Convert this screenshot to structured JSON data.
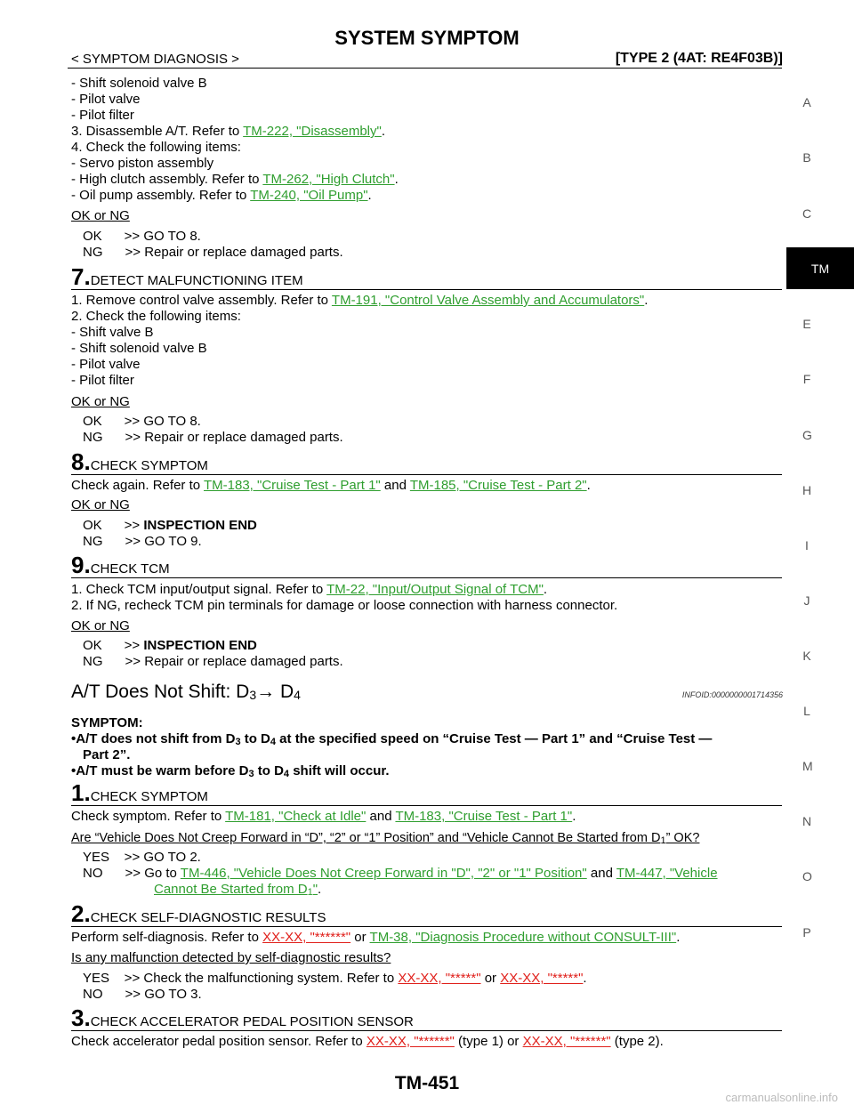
{
  "header": {
    "title": "SYSTEM SYMPTOM",
    "left": "< SYMPTOM DIAGNOSIS >",
    "right": "[TYPE 2 (4AT: RE4F03B)]"
  },
  "side_index": [
    "A",
    "B",
    "C",
    "TM",
    "E",
    "F",
    "G",
    "H",
    "I",
    "J",
    "K",
    "L",
    "M",
    "N",
    "O",
    "P"
  ],
  "active_tab": "TM",
  "top_block": {
    "l1": "- Shift solenoid valve B",
    "l2": "- Pilot valve",
    "l3": "- Pilot filter",
    "l4_pre": "3. Disassemble A/T. Refer to ",
    "l4_link": "TM-222, \"Disassembly\"",
    "l5": "4. Check the following items:",
    "l6": "- Servo piston assembly",
    "l7_pre": "- High clutch assembly. Refer to ",
    "l7_link": "TM-262, \"High Clutch\"",
    "l8_pre": "- Oil pump assembly. Refer to ",
    "l8_link": "TM-240, \"Oil Pump\"",
    "okng": "OK or NG",
    "ok": "OK      >> GO TO 8.",
    "ng": "NG      >> Repair or replace damaged parts."
  },
  "step7": {
    "num": "7.",
    "title": "DETECT MALFUNCTIONING ITEM",
    "l1_pre": "1. Remove control valve assembly. Refer to ",
    "l1_link": "TM-191, \"Control Valve Assembly and Accumulators\"",
    "l2": "2. Check the following items:",
    "l3": "- Shift valve B",
    "l4": "- Shift solenoid valve B",
    "l5": "- Pilot valve",
    "l6": "- Pilot filter",
    "okng": "OK or NG",
    "ok": "OK      >> GO TO 8.",
    "ng": "NG      >> Repair or replace damaged parts."
  },
  "step8": {
    "num": "8.",
    "title": "CHECK SYMPTOM",
    "l1_pre": "Check again. Refer to ",
    "l1_link1": "TM-183, \"Cruise Test - Part 1\"",
    "l1_mid": " and ",
    "l1_link2": "TM-185, \"Cruise Test - Part 2\"",
    "okng": "OK or NG",
    "ok_pre": "OK      >> ",
    "ok_bold": "INSPECTION END",
    "ng": "NG      >> GO TO 9."
  },
  "step9": {
    "num": "9.",
    "title": "CHECK TCM",
    "l1_pre": "1. Check TCM input/output signal. Refer to ",
    "l1_link": "TM-22, \"Input/Output Signal of TCM\"",
    "l2": "2. If NG, recheck TCM pin terminals for damage or loose connection with harness connector.",
    "okng": "OK or NG",
    "ok_pre": "OK      >> ",
    "ok_bold": "INSPECTION END",
    "ng": "NG      >> Repair or replace damaged parts."
  },
  "section": {
    "title_pre": "A/T Does Not Shift: D",
    "title_sub1": "3",
    "title_arrow": "→ D",
    "title_sub2": "4",
    "infoid": "INFOID:0000000001714356",
    "symptom_label": "SYMPTOM:",
    "b1_a": "A/T does not shift from D",
    "b1_s1": "3",
    "b1_b": " to D",
    "b1_s2": "4",
    "b1_c": " at the specified speed on “Cruise Test — Part 1” and “Cruise Test —",
    "b1_d": "Part 2”.",
    "b2_a": "A/T must be warm before D",
    "b2_s1": "3",
    "b2_b": " to D",
    "b2_s2": "4",
    "b2_c": " shift will occur."
  },
  "s1": {
    "num": "1.",
    "title": "CHECK SYMPTOM",
    "l1_pre": "Check symptom. Refer to ",
    "l1_link1": "TM-181, \"Check at Idle\"",
    "l1_mid": " and ",
    "l1_link2": "TM-183, \"Cruise Test - Part 1\"",
    "q_pre": "Are “Vehicle Does Not Creep Forward in “D”, “2” or “1” Position” and “Vehicle Cannot Be Started from D",
    "q_sub": "1",
    "q_post": "” OK?",
    "yes": "YES    >> GO TO 2.",
    "no_pre": "NO      >> Go to ",
    "no_link1": "TM-446, \"Vehicle Does Not Creep Forward in \"D\", \"2\" or \"1\" Position\"",
    "no_mid": " and ",
    "no_link2a": "TM-447, \"Vehicle",
    "no_link2b": "Cannot Be Started from D",
    "no_link2_sub": "1",
    "no_link2c": "\""
  },
  "s2": {
    "num": "2.",
    "title": "CHECK SELF-DIAGNOSTIC RESULTS",
    "l1_pre": "Perform self-diagnosis. Refer to ",
    "l1_link1": "XX-XX, \"******\"",
    "l1_mid": " or ",
    "l1_link2": "TM-38, \"Diagnosis Procedure without CONSULT-III\"",
    "q": "Is any malfunction detected by self-diagnostic results?",
    "yes_pre": "YES    >> Check the malfunctioning system. Refer to ",
    "yes_link1": "XX-XX, \"*****\"",
    "yes_mid": " or ",
    "yes_link2": "XX-XX, \"*****\"",
    "no": "NO      >> GO TO 3."
  },
  "s3": {
    "num": "3.",
    "title": "CHECK ACCELERATOR PEDAL POSITION SENSOR",
    "l1_pre": "Check accelerator pedal position sensor. Refer to ",
    "l1_link1": "XX-XX, \"******\"",
    "l1_mid": " (type 1) or ",
    "l1_link2": "XX-XX, \"******\"",
    "l1_post": " (type 2)."
  },
  "footer": {
    "page": "TM-451"
  },
  "watermark": "carmanualsonline.info",
  "colors": {
    "link_green": "#2f9e2f",
    "link_red": "#e0201b"
  }
}
